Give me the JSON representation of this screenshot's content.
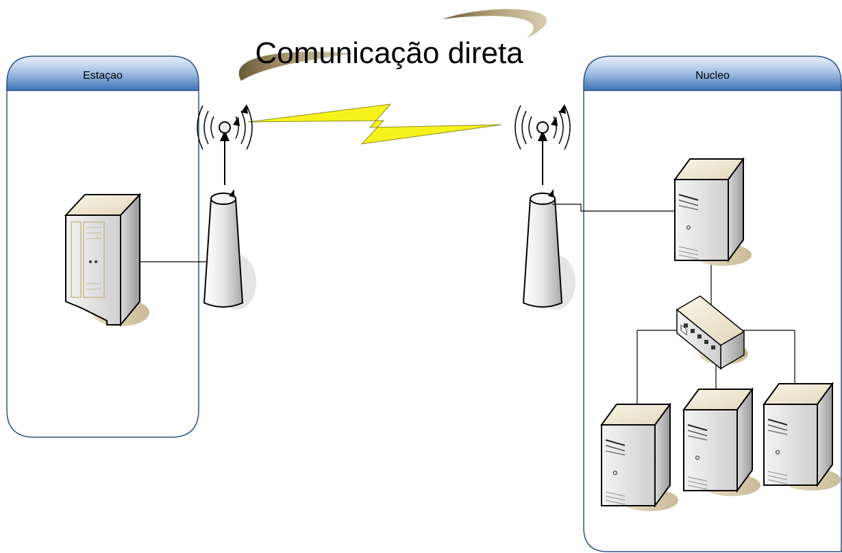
{
  "title": "Comunicação direta",
  "left_group": {
    "label": "Estaçao"
  },
  "right_group": {
    "label": "Nucleo"
  },
  "icons": {
    "left_server": "server-rack-icon",
    "left_antenna": "radio-tower-icon",
    "right_antenna": "radio-tower-icon",
    "core_server": "server-tower-icon",
    "switch": "network-switch-icon",
    "client_servers": [
      "server-tower-icon",
      "server-tower-icon",
      "server-tower-icon"
    ],
    "wireless_link": "lightning-link-icon"
  },
  "colors": {
    "group_header": "#3d73b5",
    "group_border": "#2f4f86",
    "lightning": "#f7f21b",
    "swoosh": "#8a7a58"
  }
}
